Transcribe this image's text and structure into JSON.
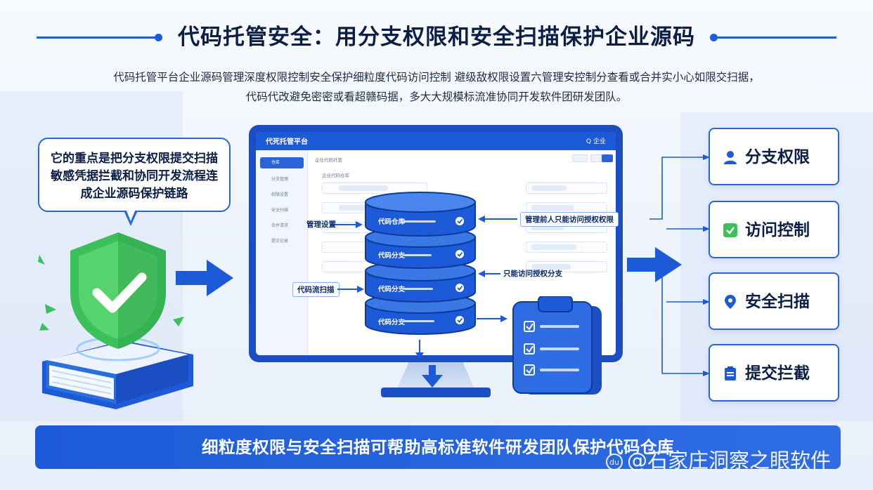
{
  "title": "代码托管安全：用分支权限和安全扫描保护企业源码",
  "subtitle_lines": [
    "代码托管平台企业源码管理深度权限控制安全保护细粒度代码访问控制 避级敌权限设置六管理安控制分查看或合并实小心如限交扫据，",
    "代码代改避免密密或看超赣码据，多大大规模标流准协同开发软件团研发团队。"
  ],
  "bubble_lines": [
    "它的重点是把分支权限提交扫描",
    "敏感凭据拦截和协同开发流程连",
    "成企业源码保护链路"
  ],
  "screen": {
    "app_title": "代死托管平台",
    "header_text": "企业代码托管",
    "section_title": "企业代码仓库",
    "sidebar_items": [
      "仓库",
      "分支管理",
      "权限设置",
      "安全扫描",
      "合并请求",
      "提交记录"
    ],
    "user_label": "Q 企业"
  },
  "database": {
    "layer_labels": [
      "代码仓库",
      "代码分支",
      "代码分支",
      "代码分支"
    ]
  },
  "annotations": {
    "left_top": "管理设置",
    "left_bottom": "代码流扫描",
    "right_top": "管理前人只能访问授权权限",
    "right_mid": "只能访问授权分支"
  },
  "cards": [
    {
      "label": "分支权限",
      "icon": "user-icon"
    },
    {
      "label": "访问控制",
      "icon": "shield-check-icon"
    },
    {
      "label": "安全扫描",
      "icon": "location-pin-icon"
    },
    {
      "label": "提交拦截",
      "icon": "clipboard-icon"
    }
  ],
  "banner": "细粒度权限与安全扫描可帮助高标准软件研发团队保护代码仓库",
  "watermark": "@石家庄洞察之眼软件",
  "colors": {
    "primary": "#1a5fd6",
    "dark": "#1a4ec2",
    "accent_green": "#3cc05a",
    "text_dark": "#0b1e45"
  }
}
